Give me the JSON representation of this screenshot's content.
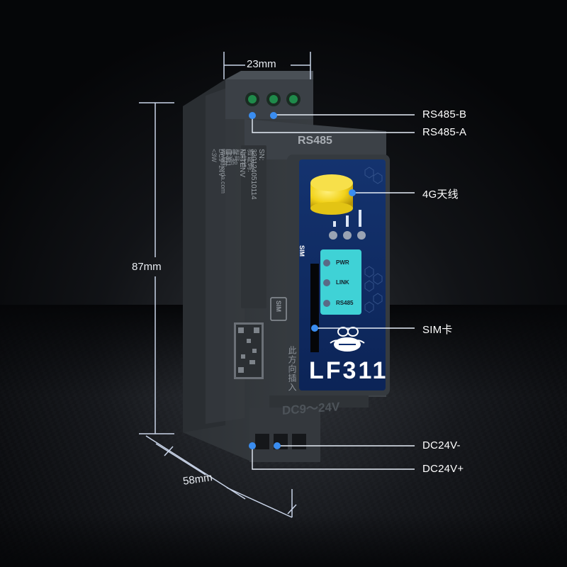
{
  "dimensions": {
    "width": "23mm",
    "height": "87mm",
    "depth": "58mm"
  },
  "callouts": {
    "rs485_b": "RS485-B",
    "rs485_a": "RS485-A",
    "antenna": "4G天线",
    "sim": "SIM卡",
    "dc_minus": "DC24V-",
    "dc_plus": "DC24V+"
  },
  "device": {
    "top_label": "RS485",
    "model": "LF311",
    "voltage": "DC9～24V",
    "sim_slot_label": "SIM",
    "sim_side_label": "SIM",
    "insert_hint": "此方向插入",
    "leds": [
      "PWR",
      "LINK",
      "RS485"
    ],
    "side_text": {
      "sn": "SN: 3301240510114",
      "line2": "验证码: NFTENV",
      "line3": "功能特征: 铝壳 6B",
      "line4": "型号: LF311",
      "line5": "电源: DC9~24V  <3W",
      "line6": "www.lierda.com"
    }
  },
  "colors": {
    "background": "#050608",
    "device_body": "#3a3f44",
    "front_panel": "#0f2f6e",
    "led_panel": "#3fd2d6",
    "antenna": "#f2d21a",
    "dimension_line": "#c9d4e8",
    "callout_dot": "#3a8df0"
  }
}
